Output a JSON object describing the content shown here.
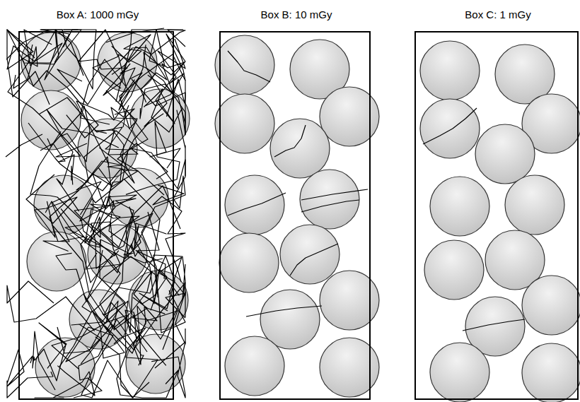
{
  "diagram": {
    "nodes": [
      {
        "text": [
          "Box A: 1000 mGy"
        ]
      },
      {
        "text": [
          "Box B: 10 mGy"
        ]
      },
      {
        "text": [
          "Box C: 1 mGy"
        ]
      }
    ]
  }
}
